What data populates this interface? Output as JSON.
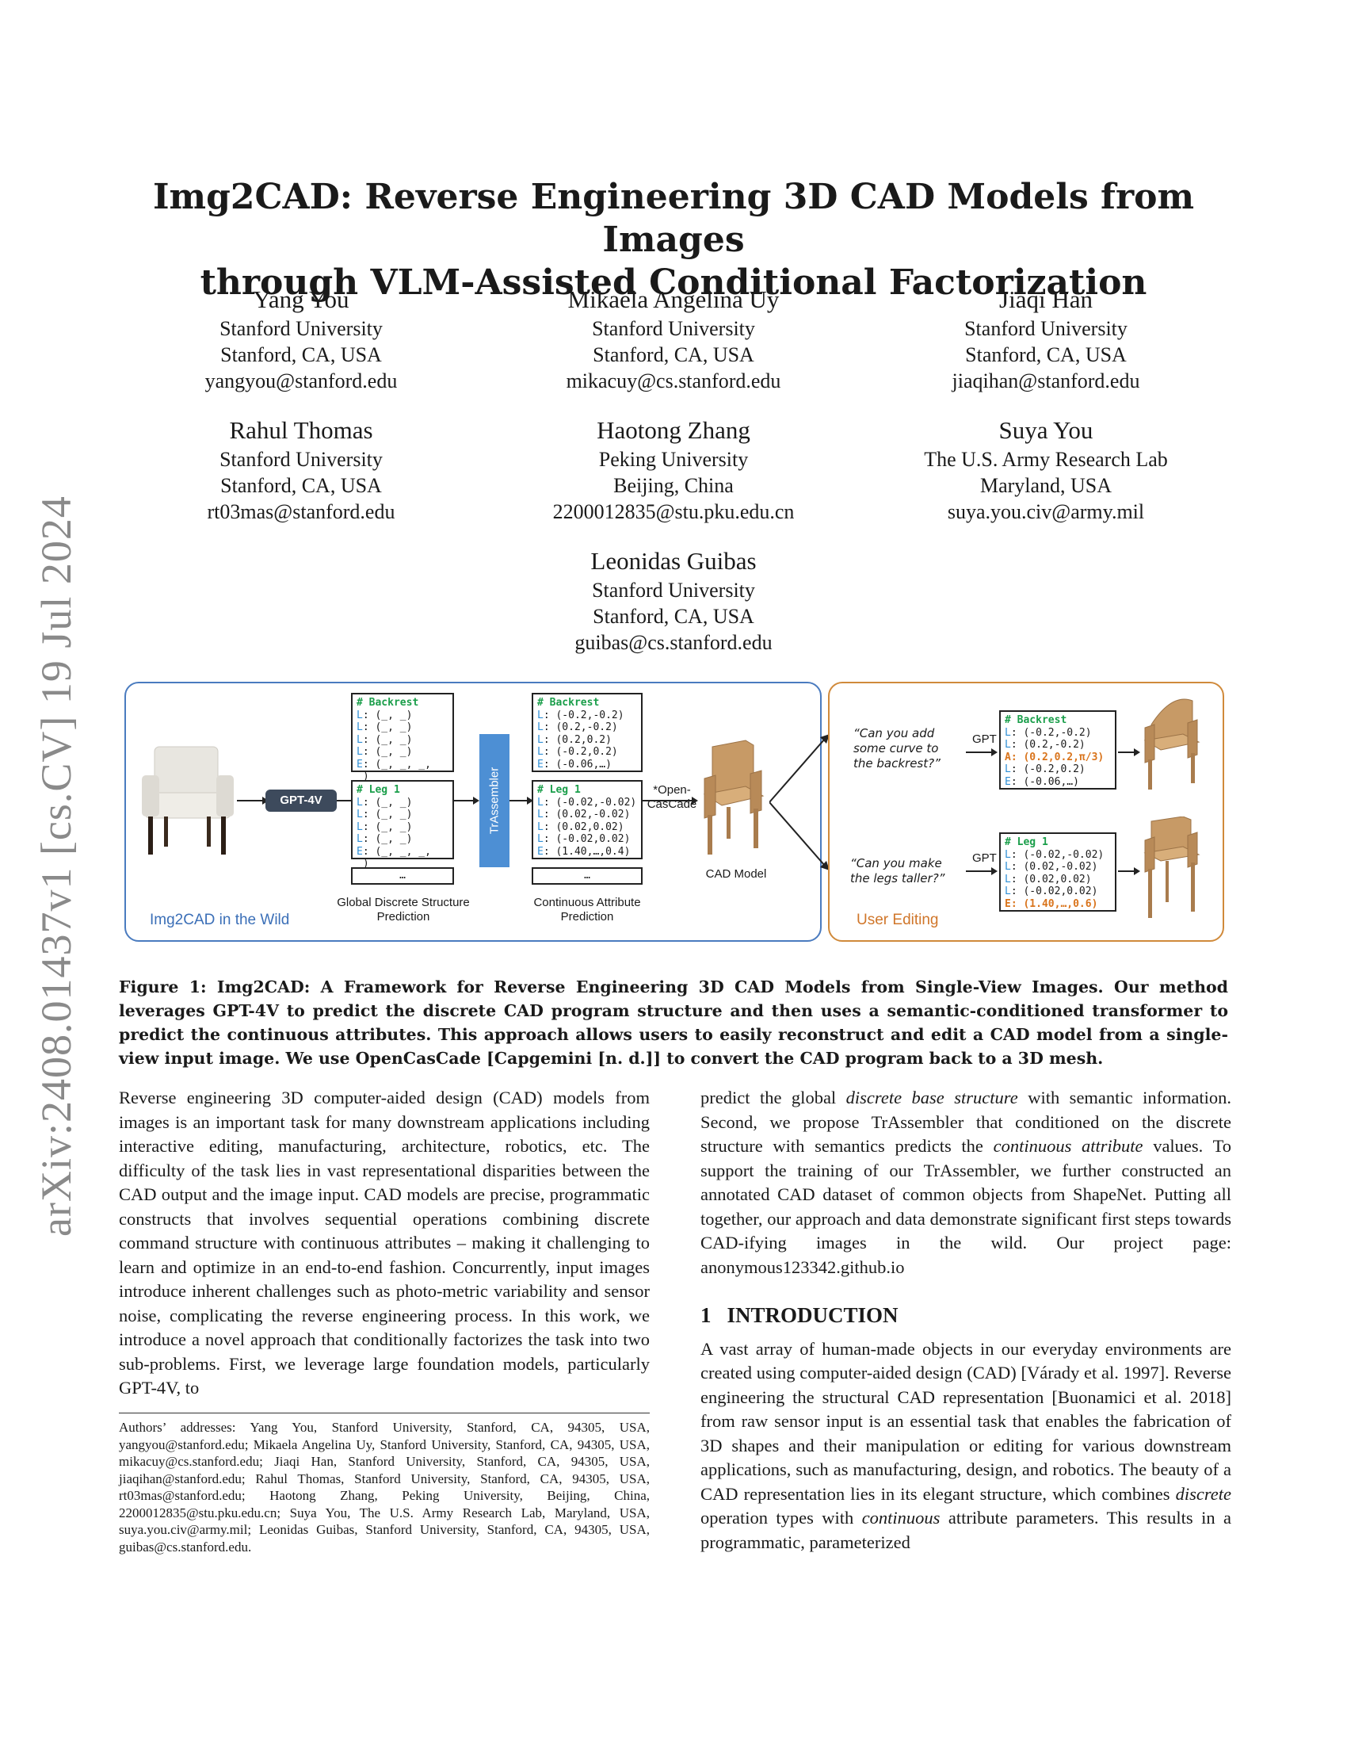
{
  "arxiv_stamp": "arXiv:2408.01437v1  [cs.CV]  19 Jul 2024",
  "title_line1": "Img2CAD: Reverse Engineering 3D CAD Models from Images",
  "title_line2": "through VLM-Assisted Conditional Factorization",
  "authors": [
    {
      "name": "Yang You",
      "affiliation": "Stanford University",
      "location": "Stanford, CA, USA",
      "email": "yangyou@stanford.edu"
    },
    {
      "name": "Mikaela Angelina Uy",
      "affiliation": "Stanford University",
      "location": "Stanford, CA, USA",
      "email": "mikacuy@cs.stanford.edu"
    },
    {
      "name": "Jiaqi Han",
      "affiliation": "Stanford University",
      "location": "Stanford, CA, USA",
      "email": "jiaqihan@stanford.edu"
    },
    {
      "name": "Rahul Thomas",
      "affiliation": "Stanford University",
      "location": "Stanford, CA, USA",
      "email": "rt03mas@stanford.edu"
    },
    {
      "name": "Haotong Zhang",
      "affiliation": "Peking University",
      "location": "Beijing, China",
      "email": "2200012835@stu.pku.edu.cn"
    },
    {
      "name": "Suya You",
      "affiliation": "The U.S. Army Research Lab",
      "location": "Maryland, USA",
      "email": "suya.you.civ@army.mil"
    },
    {
      "name": "Leonidas Guibas",
      "affiliation": "Stanford University",
      "location": "Stanford, CA, USA",
      "email": "guibas@cs.stanford.edu"
    }
  ],
  "figure": {
    "gpt4v_label": "GPT-4V",
    "trassembler_label": "TrAssembler",
    "img2cad_label": "Img2CAD in the Wild",
    "user_editing_label": "User Editing",
    "global_label_1": "Global Discrete Structure",
    "global_label_2": "Prediction",
    "continuous_label_1": "Continuous Attribute",
    "continuous_label_2": "Prediction",
    "opencascade_1": "*Open-",
    "opencascade_2": "CasCade",
    "cad_model_label": "CAD Model",
    "gpt_label": "GPT",
    "ellipsis": "…",
    "quote1_l1": "“Can you add",
    "quote1_l2": "some curve to",
    "quote1_l3": "the backrest?”",
    "quote2_l1": "“Can you make",
    "quote2_l2": "the legs taller?”",
    "box_backrest_discrete": [
      "# Backrest",
      "L: (_, _)",
      "L: (_, _)",
      "L: (_, _)",
      "L: (_, _)",
      "E: (_, _, _, _)"
    ],
    "box_leg_discrete": [
      "# Leg 1",
      "L: (_, _)",
      "L: (_, _)",
      "L: (_, _)",
      "L: (_, _)",
      "E: (_, _, _, _)"
    ],
    "box_backrest_cont": [
      "# Backrest",
      "L: (-0.2,-0.2)",
      "L: (0.2,-0.2)",
      "L: (0.2,0.2)",
      "L: (-0.2,0.2)",
      "E: (-0.06,…)"
    ],
    "box_leg_cont": [
      "# Leg 1",
      "L: (-0.02,-0.02)",
      "L: (0.02,-0.02)",
      "L: (0.02,0.02)",
      "L: (-0.02,0.02)",
      "E: (1.40,…,0.4)"
    ],
    "box_backrest_edit": [
      "# Backrest",
      "L: (-0.2,-0.2)",
      "L: (0.2,-0.2)",
      "A: (0.2,0.2,π/3)",
      "L: (-0.2,0.2)",
      "E: (-0.06,…)"
    ],
    "box_leg_edit": [
      "# Leg 1",
      "L: (-0.02,-0.02)",
      "L: (0.02,-0.02)",
      "L: (0.02,0.02)",
      "L: (-0.02,0.02)",
      "E: (1.40,…,0.6)"
    ]
  },
  "caption": "Figure 1: Img2CAD: A Framework for Reverse Engineering 3D CAD Models from Single-View Images. Our method leverages GPT-4V to predict the discrete CAD program structure and then uses a semantic-conditioned transformer to predict the continuous attributes. This approach allows users to easily reconstruct and edit a CAD model from a single-view input image. We use OpenCasCade [Capgemini [n. d.]] to convert the CAD program back to a 3D mesh.",
  "left_column": {
    "p1_a": "Reverse engineering 3D computer-aided design (CAD) models from images is an important task for many downstream applications including interactive editing, manufacturing, architecture, robotics, etc. The difficulty of the task lies in vast representational disparities between the CAD output and the image input. CAD models are precise, programmatic constructs that involves sequential operations combining discrete command structure with continuous attributes – making it challenging to learn and optimize in an end-to-end fashion. Concurrently, input images introduce inherent challenges such as photo-metric variability and sensor noise, complicating the reverse engineering process. In this work, we introduce a novel approach that conditionally factorizes the task into two sub-problems. First, we leverage large foundation models, particularly GPT-4V, to"
  },
  "right_column": {
    "p1_a": "predict the global ",
    "p1_b": "discrete base structure",
    "p1_c": " with semantic information. Second, we propose TrAssembler that conditioned on the discrete structure with semantics predicts the ",
    "p1_d": "continuous attribute",
    "p1_e": " values. To support the training of our TrAssembler, we further constructed an annotated CAD dataset of common objects from ShapeNet. Putting all together, our approach and data demonstrate significant first steps towards CAD-ifying images in the wild. Our project page: anonymous123342.github.io",
    "section_num": "1",
    "section_title": "INTRODUCTION",
    "p2_a": "A vast array of human-made objects in our everyday environments are created using computer-aided design (CAD) [Várady et al. 1997]. Reverse engineering the structural CAD representation [Buonamici et al. 2018] from raw sensor input is an essential task that enables the fabrication of 3D shapes and their manipulation or editing for various downstream applications, such as manufacturing, design, and robotics. The beauty of a CAD representation lies in its elegant structure, which combines ",
    "p2_b": "discrete",
    "p2_c": " operation types with ",
    "p2_d": "continuous",
    "p2_e": " attribute parameters. This results in a programmatic, parameterized"
  },
  "footnote": "Authors’ addresses: Yang You, Stanford University, Stanford, CA, 94305, USA, yangyou@stanford.edu; Mikaela Angelina Uy, Stanford University, Stanford, CA, 94305, USA, mikacuy@cs.stanford.edu; Jiaqi Han, Stanford University, Stanford, CA, 94305, USA, jiaqihan@stanford.edu; Rahul Thomas, Stanford University, Stanford, CA, 94305, USA, rt03mas@stanford.edu; Haotong Zhang, Peking University, Beijing, China, 2200012835@stu.pku.edu.cn; Suya You, The U.S. Army Research Lab, Maryland, USA, suya.you.civ@army.mil; Leonidas Guibas, Stanford University, Stanford, CA, 94305, USA, guibas@cs.stanford.edu."
}
